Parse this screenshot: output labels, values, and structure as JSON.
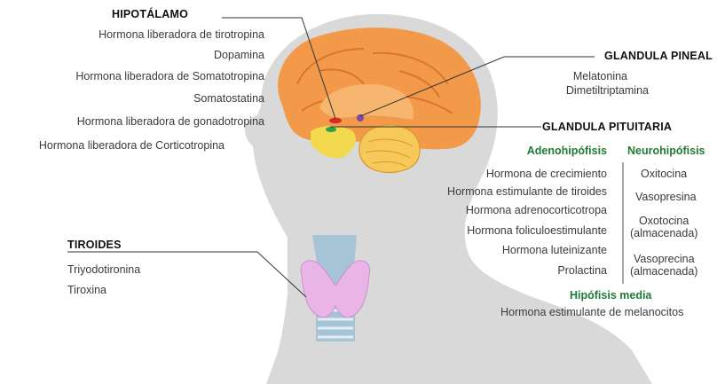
{
  "colors": {
    "silhouette": "#d9d9d9",
    "brain": "#f39a4a",
    "brain_inner": "#f6b66f",
    "cerebellum": "#f7c85a",
    "pituitary": "#f2d94e",
    "hypothalamus": "#d62a22",
    "pineal": "#7b4aa3",
    "thyroid": "#e8b5e6",
    "trachea": "#a7c3d6",
    "heading_green": "#1f7a33"
  },
  "hipotalamo": {
    "title": "HIPOTÁLAMO",
    "items": [
      "Hormona liberadora de tirotropina",
      "Dopamina",
      "Hormona liberadora de Somatotropina",
      "Somatostatina",
      "Hormona liberadora de gonadotropina",
      "Hormona liberadora de Corticotropina"
    ]
  },
  "pineal": {
    "title": "GLANDULA PINEAL",
    "items": [
      "Melatonina",
      "Dimetiltriptamina"
    ]
  },
  "pituitaria": {
    "title": "GLANDULA PITUITARIA",
    "adeno": {
      "title": "Adenohipófisis",
      "items": [
        "Hormona de crecimiento",
        "Hormona estimulante de tiroides",
        "Hormona adrenocorticotropa",
        "Hormona foliculoestimulante",
        "Hormona luteinizante",
        "Prolactina"
      ]
    },
    "neuro": {
      "title": "Neurohipófisis",
      "items": [
        "Oxitocina",
        "Vasopresina",
        "Oxotocina",
        "(almacenada)",
        "Vasoprecina",
        "(almacenada)"
      ]
    },
    "media": {
      "title": "Hipófisis media",
      "items": [
        "Hormona estimulante de melanocitos"
      ]
    }
  },
  "tiroides": {
    "title": "TIROIDES",
    "items": [
      "Triyodotironina",
      "Tiroxina"
    ]
  }
}
